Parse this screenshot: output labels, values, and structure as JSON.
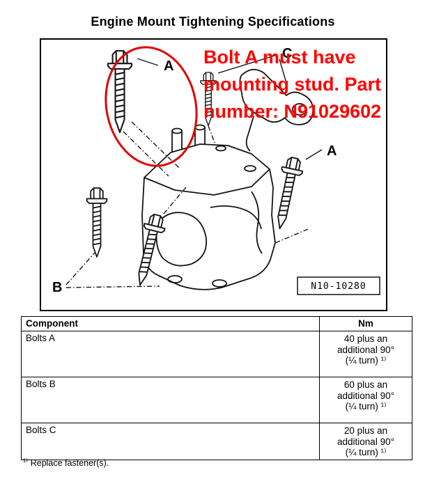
{
  "title": "Engine Mount Tightening Specifications",
  "diagram": {
    "ref_label": "N10-10280",
    "labels": {
      "bolt_a_top": "A",
      "bolt_c": "C",
      "bolt_a_right": "A",
      "bolt_b": "B"
    },
    "annotation": {
      "line1": "Bolt A must have",
      "line2": "mounting stud. Part",
      "line3": "number: N91029602",
      "color": "#ff0000",
      "highlight_color": "#e00000"
    }
  },
  "table": {
    "headers": {
      "component": "Component",
      "nm": "Nm"
    },
    "rows": [
      {
        "component": "Bolts A",
        "nm_lines": [
          "40 plus an",
          "additional 90°",
          "(¼ turn) ¹⁾"
        ]
      },
      {
        "component": "Bolts B",
        "nm_lines": [
          "60 plus an",
          "additional 90°",
          "(¼ turn) ¹⁾"
        ]
      },
      {
        "component": "Bolts C",
        "nm_lines": [
          "20 plus an",
          "additional 90°",
          "(¼ turn) ¹⁾"
        ]
      }
    ]
  },
  "footnote": {
    "marker": "¹⁾",
    "text": "Replace fastener(s)."
  }
}
